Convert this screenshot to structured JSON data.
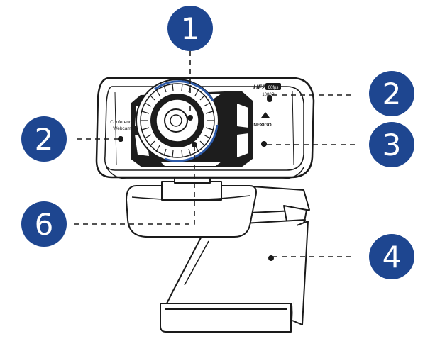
{
  "colors": {
    "callout": "#1e4690",
    "accent": "#2d5aa8",
    "outline": "#1a1a1a",
    "leader": "#1a1a1a"
  },
  "labels": {
    "left_panel": [
      "Conference",
      "Webcam"
    ],
    "brand": "NEXIGO",
    "model": "HF2",
    "fps_badge": "60fps",
    "resolution": "1080P"
  },
  "callouts": [
    {
      "id": "lens",
      "number": "1"
    },
    {
      "id": "mic-right",
      "number": "2"
    },
    {
      "id": "indicator-light",
      "number": "3"
    },
    {
      "id": "mount-clip",
      "number": "4"
    },
    {
      "id": "mic-left",
      "number": "2"
    },
    {
      "id": "focus-ring",
      "number": "6"
    }
  ]
}
